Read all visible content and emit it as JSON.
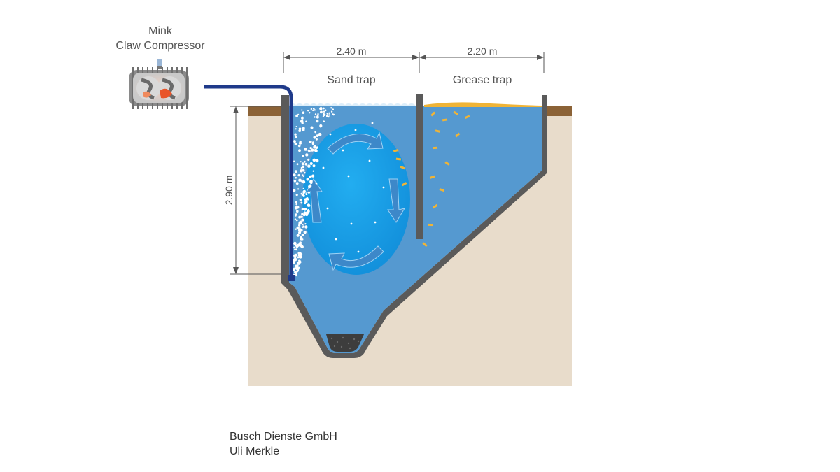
{
  "compressor": {
    "line1": "Mink",
    "line2": "Claw Compressor"
  },
  "dimensions": {
    "sand_width": "2.40 m",
    "grease_width": "2.20 m",
    "depth": "2.90 m"
  },
  "sections": {
    "sand": "Sand trap",
    "grease": "Grease trap"
  },
  "credit": {
    "company": "Busch Dienste GmbH",
    "author": "Uli Merkle"
  },
  "colors": {
    "soil": "#e8dccb",
    "topsoil": "#8b6236",
    "water": "#5599d0",
    "vortex": "#1aa1e6",
    "wall": "#5a5a5a",
    "air_pipe": "#1f3a8a",
    "grease": "#f0b436",
    "sediment": "#3a3a3a"
  }
}
